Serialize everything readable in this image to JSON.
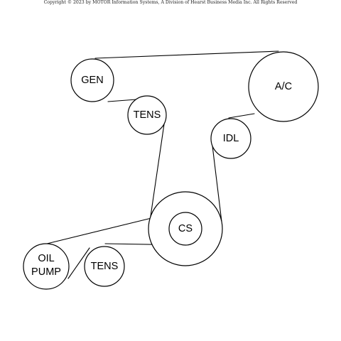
{
  "copyright": "Copyright © 2023 by MOTOR Information Systems, A Division of Hearst Business Media Inc. All Rights Reserved",
  "pulleys": {
    "gen": {
      "label": "GEN"
    },
    "tens_upper": {
      "label": "TENS"
    },
    "ac": {
      "label": "A/C"
    },
    "idl": {
      "label": "IDL"
    },
    "cs": {
      "label": "CS"
    },
    "oil_pump": {
      "label_line1": "OIL",
      "label_line2": "PUMP"
    },
    "tens_lower": {
      "label": "TENS"
    }
  }
}
